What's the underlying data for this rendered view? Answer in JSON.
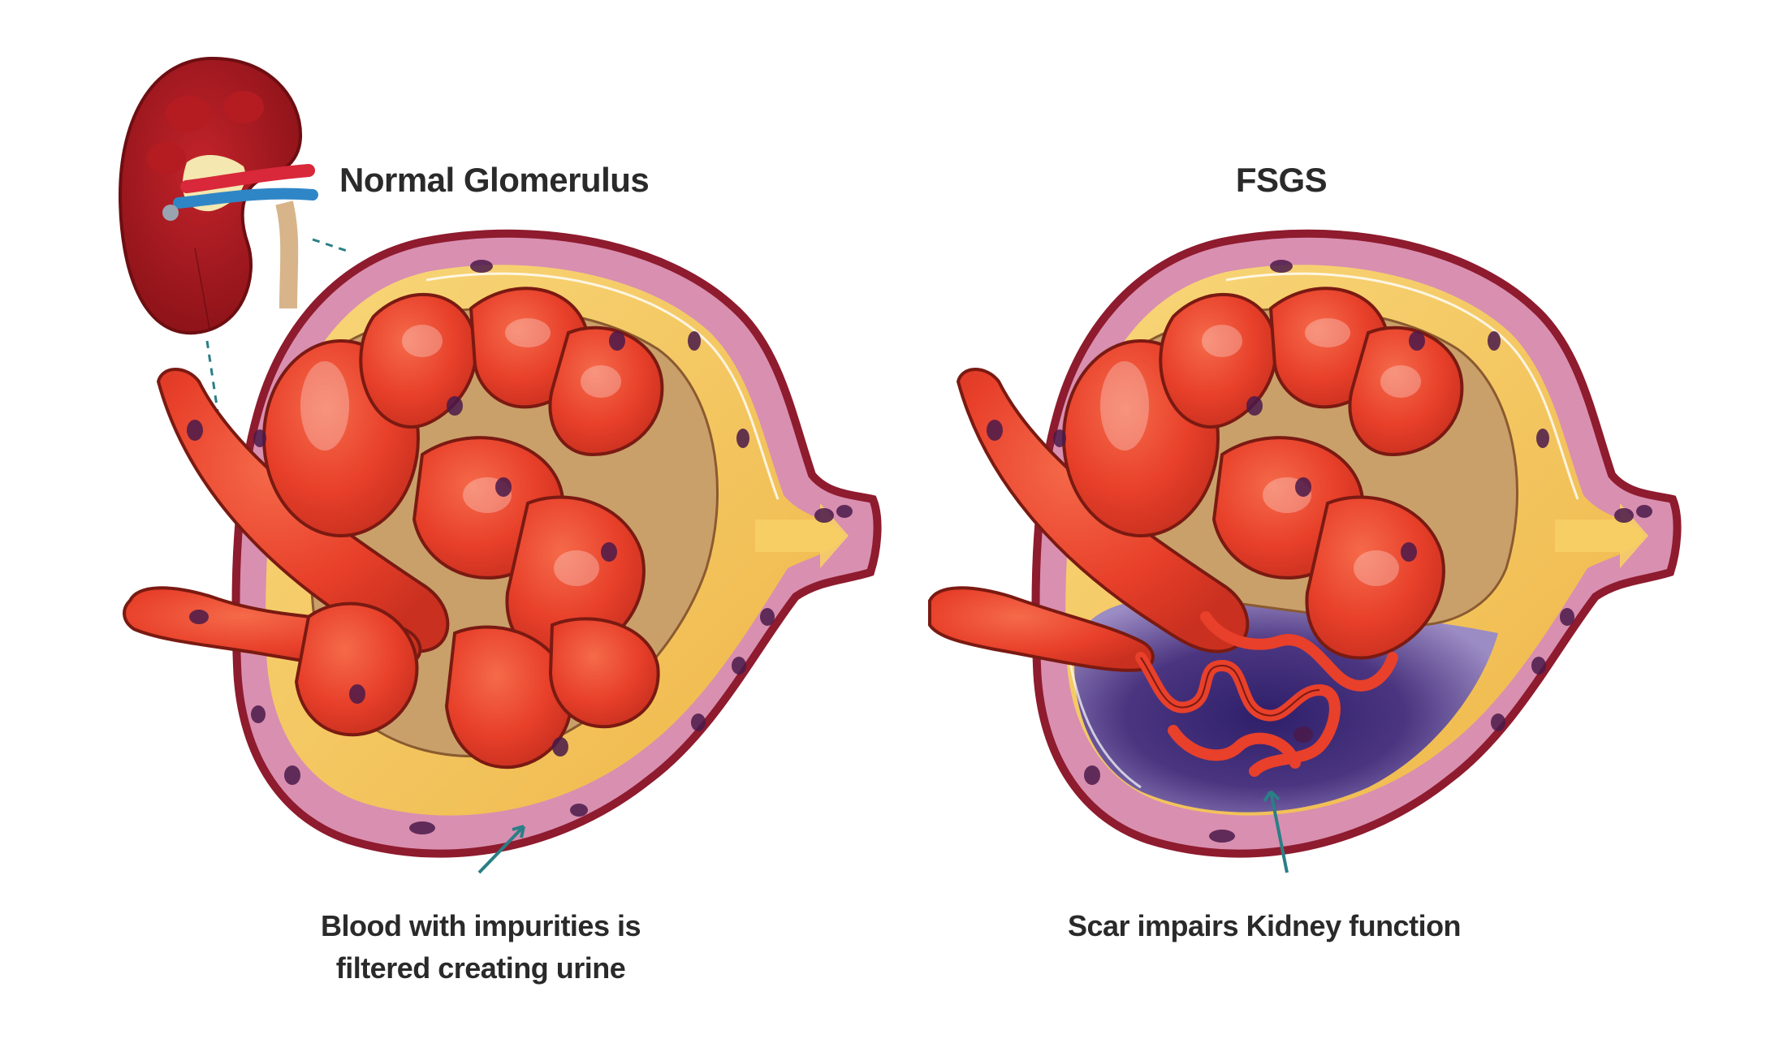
{
  "panels": [
    {
      "id": "normal",
      "title": "Normal Glomerulus",
      "caption_lines": [
        "Blood with impurities is",
        "filtered creating urine"
      ]
    },
    {
      "id": "fsgs",
      "title": "FSGS",
      "caption_lines": [
        "Scar impairs Kidney function"
      ]
    }
  ],
  "colors": {
    "background": "#ffffff",
    "capsule_border": "#8e1b2e",
    "capsule_wall": "#d98fb0",
    "bowman_space": "#f2c45a",
    "tuft_shadow": "#c9a06a",
    "capillary": "#e8402a",
    "capillary_outline": "#7a1a12",
    "nucleus": "#4a1a4a",
    "scar": "#4b3580",
    "scar_light": "#8a78b8",
    "kidney": "#a3161c",
    "leader_line": "#2a7f86",
    "text": "#2a2a2a"
  }
}
